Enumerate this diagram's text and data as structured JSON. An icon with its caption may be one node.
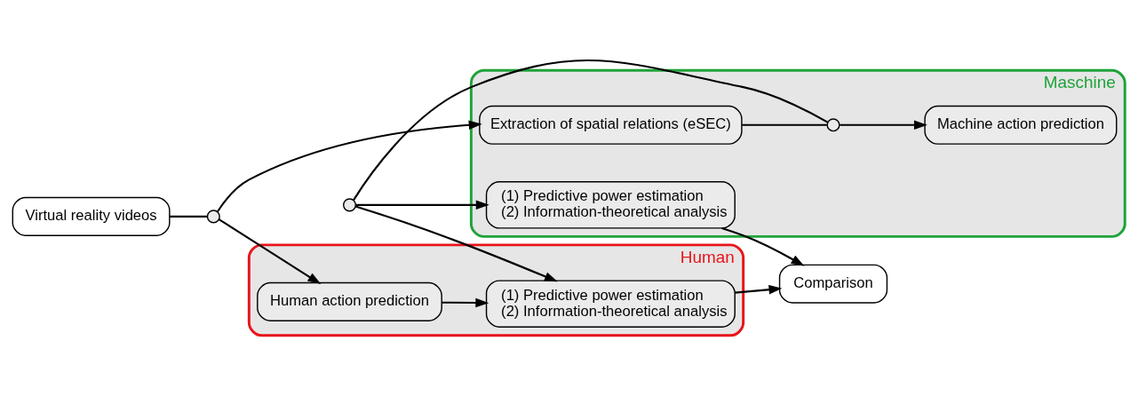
{
  "diagram": {
    "nodes": [
      {
        "text": [
          "Human"
        ]
      },
      {
        "text": [
          "Human action prediction"
        ],
        "in": 0
      },
      {
        "text": [
          "(1) Predictive power estimation",
          "(2) Information-theoretical analysis"
        ],
        "in": 0
      },
      {
        "text": [
          "Virtual reality videos"
        ]
      },
      {
        "text": [],
        "shape": "circle"
      },
      {
        "text": [],
        "shape": "circle"
      },
      {
        "text": [
          "Maschine"
        ]
      },
      {
        "text": [
          "Extraction of spatial relations (eSEC)"
        ],
        "in": 6
      },
      {
        "text": [],
        "shape": "circle",
        "in": 6
      },
      {
        "text": [
          "Machine action prediction"
        ],
        "in": 6
      },
      {
        "text": [
          "(1) Predictive power estimation",
          "(2) Information-theoretical analysis"
        ],
        "in": 6
      },
      {
        "text": [
          "Comparison"
        ]
      }
    ],
    "edges": [
      {
        "from": 3,
        "to": 4,
        "arrow": "none"
      },
      {
        "from": 4,
        "to": 1,
        "arrow": "to"
      },
      {
        "from": 4,
        "to": 7,
        "arrow": "to"
      },
      {
        "from": 1,
        "to": 2,
        "arrow": "to"
      },
      {
        "from": 7,
        "to": 8,
        "arrow": "none"
      },
      {
        "from": 8,
        "to": 9,
        "arrow": "to"
      },
      {
        "from": 8,
        "to": 5,
        "arrow": "none"
      },
      {
        "from": 5,
        "to": 2,
        "arrow": "to"
      },
      {
        "from": 5,
        "to": 10,
        "arrow": "to"
      },
      {
        "from": 2,
        "to": 11,
        "arrow": "to"
      },
      {
        "from": 10,
        "to": 11,
        "arrow": "to"
      }
    ]
  }
}
